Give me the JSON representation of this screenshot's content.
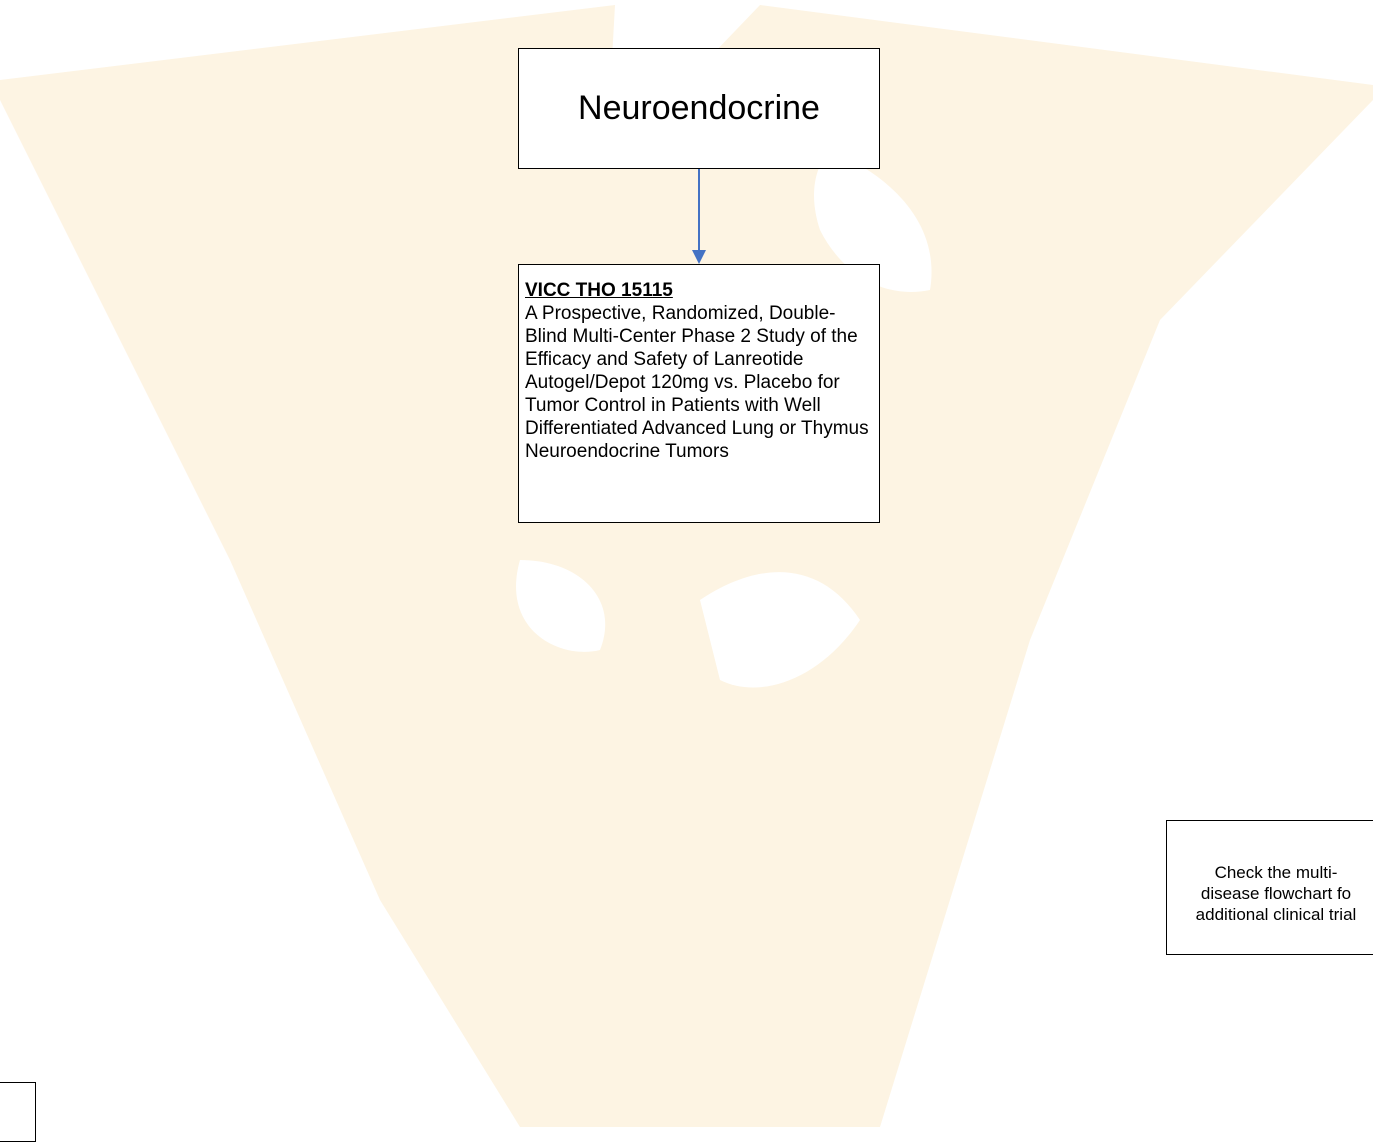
{
  "colors": {
    "watermark": "#fdf4e3",
    "connector": "#4472c4"
  },
  "diagram": {
    "root_label": "Neuroendocrine",
    "trial": {
      "id": "VICC THO 15115",
      "title": "A Prospective, Randomized, Double-Blind Multi-Center Phase 2 Study of the Efficacy and Safety of Lanreotide Autogel/Depot 120mg vs. Placebo for Tumor Control in Patients with Well Differentiated Advanced Lung or Thymus Neuroendocrine Tumors"
    },
    "note": "Check the multi-\ndisease flowchart fo\nadditional clinical trial"
  }
}
